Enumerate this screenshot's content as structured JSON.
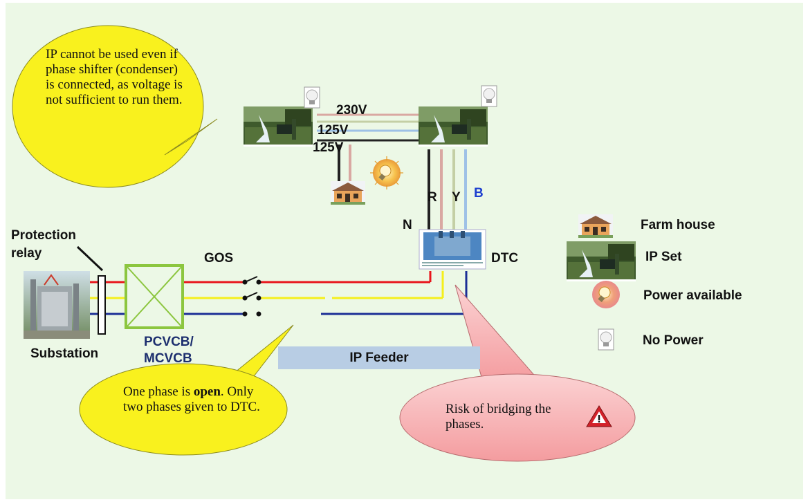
{
  "callouts": {
    "ip_condenser_text": "IP cannot be used even if phase shifter (condenser) is connected, as voltage is not sufficient to run them.",
    "open_phase_text_1": "One phase is ",
    "open_phase_bold": "open",
    "open_phase_text_2": ". Only two phases given to DTC.",
    "bridging_risk_text": "Risk of bridging the phases."
  },
  "labels": {
    "v230": "230V",
    "v125a": "125V",
    "v125b": "125V",
    "phase_r": "R",
    "phase_y": "Y",
    "phase_b": "B",
    "neutral": "N",
    "protection_relay_1": "Protection",
    "protection_relay_2": "relay",
    "gos": "GOS",
    "dtc": "DTC",
    "substation": "Substation",
    "breaker_1": "PCVCB/",
    "breaker_2": "MCVCB",
    "ip_feeder": "IP Feeder"
  },
  "legend": [
    {
      "icon": "farm-house-icon",
      "label": "Farm house"
    },
    {
      "icon": "ip-set-icon",
      "label": "IP Set"
    },
    {
      "icon": "power-available-bulb-icon",
      "label": "Power  available"
    },
    {
      "icon": "no-power-bulb-icon",
      "label": "No Power"
    }
  ],
  "colors": {
    "background": "#ecf8e6",
    "red_phase": "#e8151b",
    "yellow_phase": "#f5ef1a",
    "blue_phase": "#1b2e96",
    "breaker_box": "#8cc63f",
    "callout_yellow": "#f9f11e",
    "callout_pink": "#f7b6b9",
    "feeder_bar": "#b8cde4"
  }
}
